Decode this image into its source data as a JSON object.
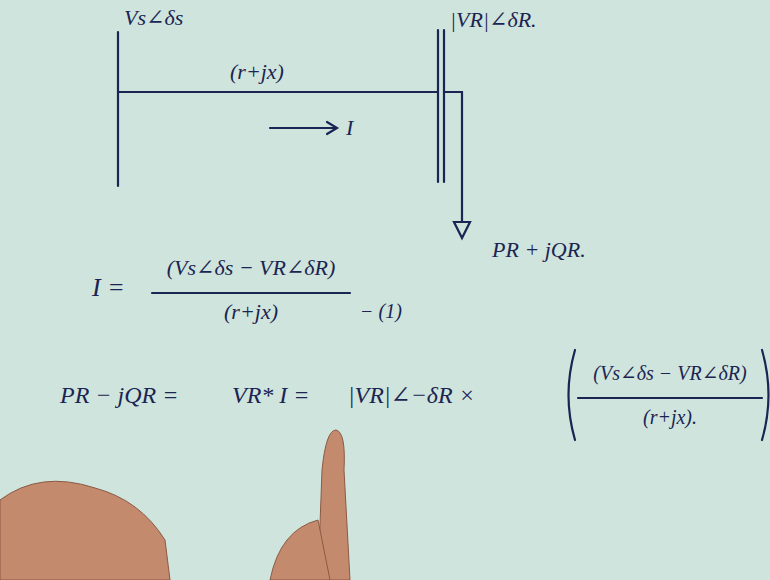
{
  "diagram": {
    "labels": [
      "Vs∠δs",
      "|VR|∠δR.",
      "(r+jx)",
      "I",
      "PR + jQR.",
      "I =",
      "(Vs∠δs − VR∠δR)",
      "(r+jx)",
      "− (1)",
      "PR − jQR =",
      "VR* I =",
      "|VR|∠−δR ×",
      "(Vs∠δs − VR∠δR)",
      "(r+jx)."
    ]
  }
}
